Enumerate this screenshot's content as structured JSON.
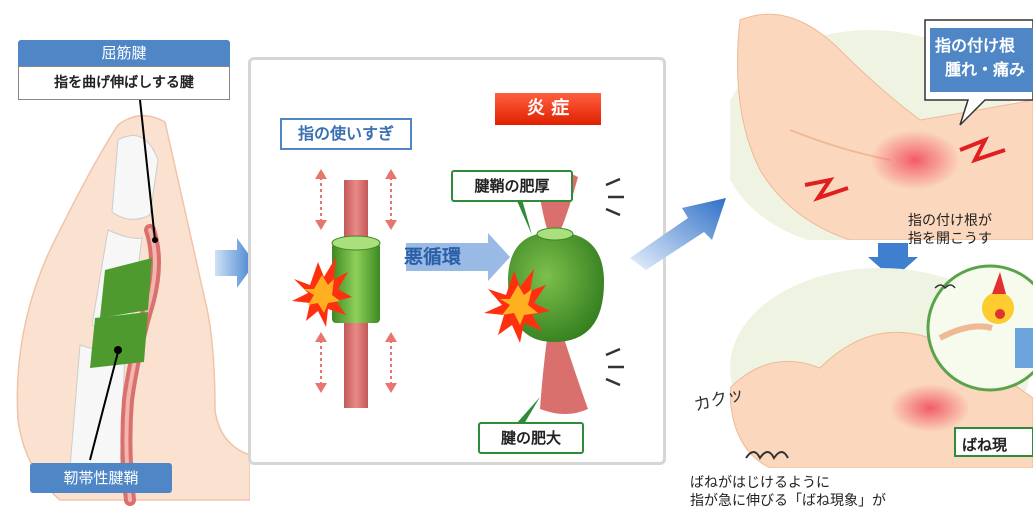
{
  "finger_panel": {
    "flexor_label": "屈筋腱",
    "flexor_desc": "指を曲げ伸ばしする腱",
    "sheath_label": "靭帯性腱鞘"
  },
  "center_panel": {
    "overuse_label": "指の使いすぎ",
    "inflammation_label": "炎 症",
    "sheath_thickening_label": "腱鞘の肥厚",
    "vicious_cycle_label": "悪循環",
    "tendon_hypertrophy_label": "腱の肥大"
  },
  "right_panel": {
    "top_bubble_line1": "指の付け根",
    "top_bubble_line2": "腫れ・痛み",
    "top_text_line1": "指の付け根が",
    "top_text_line2": "指を開こうす",
    "spring_label": "ばね現",
    "click_sound": "カクッ",
    "bottom_text_line1": "ばねがはじけるように",
    "bottom_text_line2": "指が急に伸びる「ばね現象」が"
  },
  "colors": {
    "label_blue": "#4f86c6",
    "tendon_pink": "#d9706e",
    "sheath_green": "#4f9a2f",
    "arrow_blue": "#3f7fcf",
    "inflammation_red": "#ff3010"
  }
}
